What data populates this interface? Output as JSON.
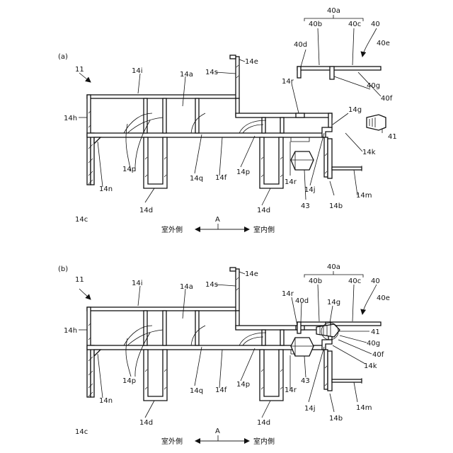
{
  "panels": [
    {
      "panel_label": "(a)",
      "labels": {
        "l11": "11",
        "l14i": "14i",
        "l14a": "14a",
        "l14s": "14s",
        "l14e": "14e",
        "l14h": "14h",
        "l14r_top": "14r",
        "l14g": "14g",
        "l14p_left": "14p",
        "l14n": "14n",
        "l14q": "14q",
        "l14f": "14f",
        "l14p_mid": "14p",
        "l14r_bottom": "14r",
        "l14j": "14j",
        "l14k": "14k",
        "l14c": "14c",
        "l14d_left": "14d",
        "l14d_right": "14d",
        "l43": "43",
        "l14b": "14b",
        "l14m": "14m",
        "l40a": "40a",
        "l40b": "40b",
        "l40c": "40c",
        "l40": "40",
        "l40d": "40d",
        "l40e": "40e",
        "l40g": "40g",
        "l40f": "40f",
        "l41": "41"
      },
      "direction": {
        "axis_label": "A",
        "outdoor": "室外側",
        "indoor": "室内側"
      }
    },
    {
      "panel_label": "(b)",
      "labels": {
        "l11": "11",
        "l14i": "14i",
        "l14a": "14a",
        "l14s": "14s",
        "l14e": "14e",
        "l14h": "14h",
        "l14r_top": "14r",
        "l40d": "40d",
        "l14g": "14g",
        "l40a": "40a",
        "l40b": "40b",
        "l40c": "40c",
        "l40": "40",
        "l40e": "40e",
        "l41": "41",
        "l40g": "40g",
        "l40f": "40f",
        "l14k": "14k",
        "l14p_left": "14p",
        "l14n": "14n",
        "l14q": "14q",
        "l14f": "14f",
        "l14p_mid": "14p",
        "l43": "43",
        "l14r_bottom": "14r",
        "l14j": "14j",
        "l14b": "14b",
        "l14m": "14m",
        "l14c": "14c",
        "l14d_left": "14d",
        "l14d_right": "14d"
      },
      "direction": {
        "axis_label": "A",
        "outdoor": "室外側",
        "indoor": "室内側"
      }
    }
  ]
}
